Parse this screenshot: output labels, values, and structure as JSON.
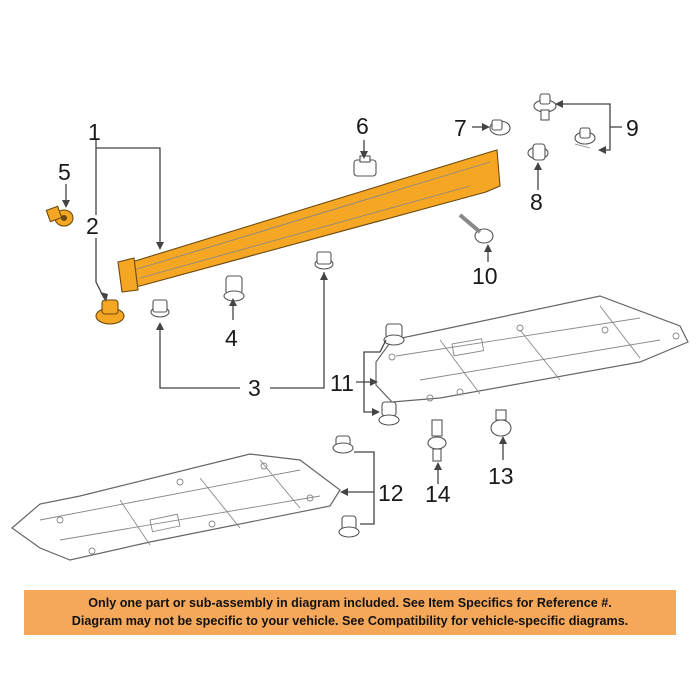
{
  "callouts": {
    "c1": "1",
    "c2": "2",
    "c3": "3",
    "c4": "4",
    "c5": "5",
    "c6": "6",
    "c7": "7",
    "c8": "8",
    "c9": "9",
    "c10": "10",
    "c11": "11",
    "c12": "12",
    "c13": "13",
    "c14": "14"
  },
  "colors": {
    "highlight": "#f5a623",
    "banner": "#f6a85a",
    "lines": "#444444"
  },
  "disclaimer": {
    "line1": "Only one part or sub-assembly in diagram included. See Item Specifics for Reference #.",
    "line2": "Diagram may not be specific to your vehicle. See Compatibility for vehicle-specific diagrams."
  }
}
